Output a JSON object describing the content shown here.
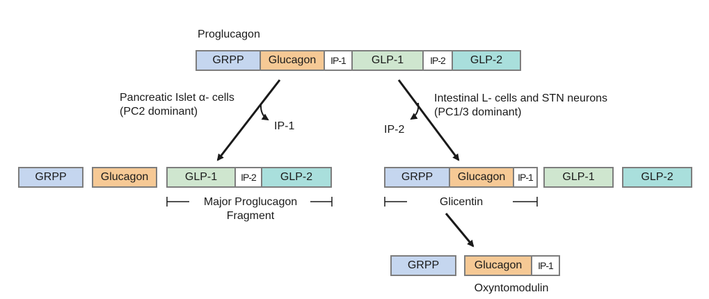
{
  "proglucagon": {
    "title": "Proglucagon",
    "segments": [
      "GRPP",
      "Glucagon",
      "IP-1",
      "GLP-1",
      "IP-2",
      "GLP-2"
    ]
  },
  "pancreatic": {
    "label_line1": "Pancreatic Islet α- cells",
    "label_line2": "(PC2 dominant)",
    "released": "IP-1",
    "products": {
      "grpp": "GRPP",
      "glucagon": "Glucagon",
      "mpgf_segments": [
        "GLP-1",
        "IP-2",
        "GLP-2"
      ],
      "mpgf_label_line1": "Major Proglucagon",
      "mpgf_label_line2": "Fragment"
    }
  },
  "intestinal": {
    "label_line1": "Intestinal L- cells and STN neurons",
    "label_line2": "(PC1/3 dominant)",
    "released": "IP-2",
    "products": {
      "glicentin_segments": [
        "GRPP",
        "Glucagon",
        "IP-1"
      ],
      "glicentin_label": "Glicentin",
      "glp1": "GLP-1",
      "glp2": "GLP-2"
    }
  },
  "oxyntomodulin": {
    "grpp": "GRPP",
    "segments": [
      "Glucagon",
      "IP-1"
    ],
    "label": "Oxyntomodulin"
  },
  "colors": {
    "grpp": "#c5d6ef",
    "glucagon": "#f6c995",
    "ip": "#ffffff",
    "glp1": "#cfe6cf",
    "glp2": "#a9dfdc",
    "border": "#7d7d7d"
  }
}
